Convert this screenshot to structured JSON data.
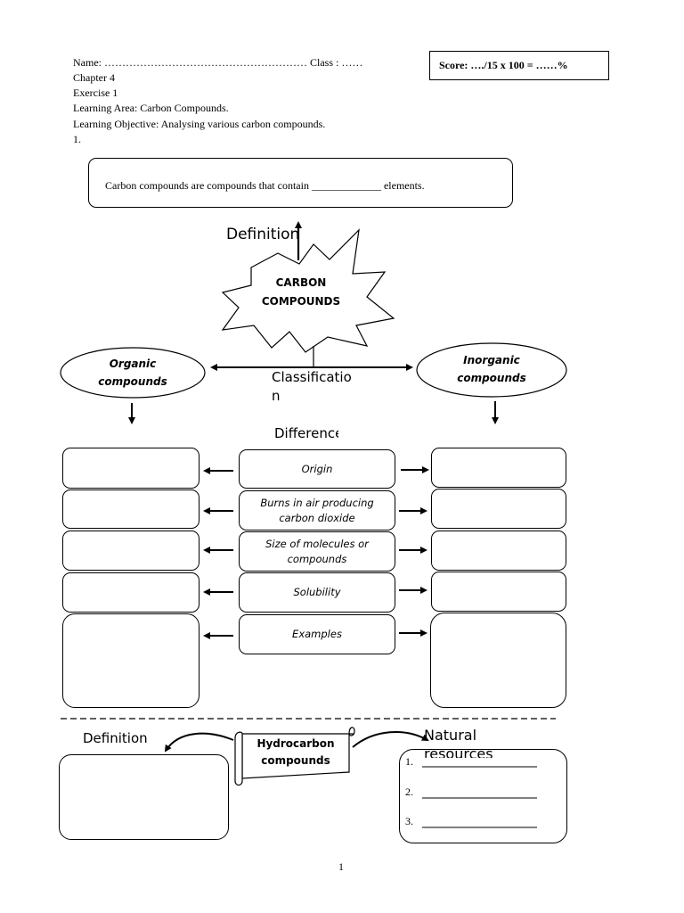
{
  "header": {
    "name_line": "Name: ………………………………………………… Class : ……",
    "score": "Score: …./15 x 100 = ……%",
    "chapter": "Chapter 4",
    "exercise": "Exercise 1",
    "learning_area": "Learning Area: Carbon Compounds.",
    "learning_objective": "Learning Objective:  Analysing various carbon compounds.",
    "question_number": "1."
  },
  "definition_box": {
    "before": "Carbon compounds are compounds that contain ",
    "blank": "_____________",
    "after": " elements."
  },
  "definition_label": "Definition",
  "center_label_line1": "CARBON",
  "center_label_line2": "COMPOUNDS",
  "classification_label": "Classification",
  "organic_line1": "Organic",
  "organic_line2": "compounds",
  "inorganic_line1": "Inorganic",
  "inorganic_line2": "compounds",
  "differences_label": "Differences",
  "criteria": [
    {
      "line1": "Origin",
      "line2": ""
    },
    {
      "line1": "Burns in air producing",
      "line2": "carbon dioxide"
    },
    {
      "line1": "Size of molecules or",
      "line2": "compounds"
    },
    {
      "line1": "Solubility",
      "line2": ""
    },
    {
      "line1": "Examples",
      "line2": ""
    }
  ],
  "bottom": {
    "definition_label": "Definition",
    "hydrocarbon_line1": "Hydrocarbon",
    "hydrocarbon_line2": "compounds",
    "natural_resources_label": "Natural resources",
    "items": [
      "1.",
      "2.",
      "3."
    ]
  },
  "page_number": "1"
}
